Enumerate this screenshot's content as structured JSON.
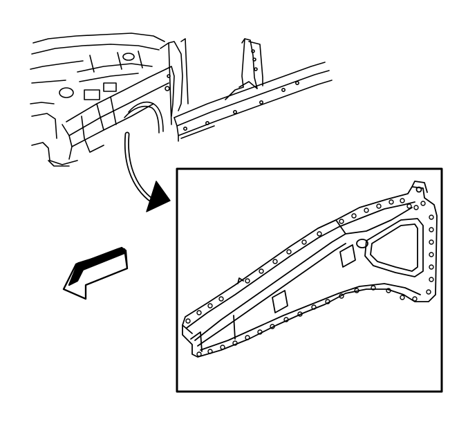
{
  "figure": {
    "background": "#ffffff",
    "ink": "#000000",
    "components": [
      "vehicle-body-overview",
      "callout-arrow",
      "detail-inset-frame",
      "front-upper-rail-detail",
      "forward-direction-arrow"
    ]
  }
}
